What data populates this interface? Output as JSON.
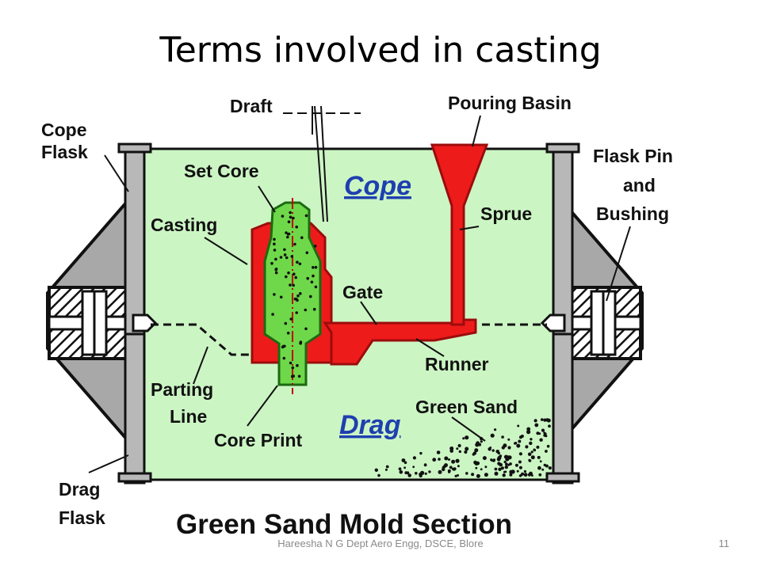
{
  "slide": {
    "title": "Terms involved in casting",
    "footer": "Hareesha N G Dept Aero Engg, DSCE, Blore",
    "page_number": "11"
  },
  "diagram": {
    "caption": "Green Sand Mold Section",
    "regions": {
      "cope": "Cope",
      "drag": "Drag"
    },
    "labels": {
      "cope_flask_line1": "Cope",
      "cope_flask_line2": "Flask",
      "draft": "Draft",
      "pouring_basin": "Pouring Basin",
      "set_core": "Set Core",
      "casting": "Casting",
      "sprue": "Sprue",
      "gate": "Gate",
      "runner": "Runner",
      "flask_pin_line1": "Flask Pin",
      "flask_pin_line2": "and",
      "flask_pin_line3": "Bushing",
      "parting_line_line1": "Parting",
      "parting_line_line2": "Line",
      "core_print": "Core Print",
      "green_sand": "Green Sand",
      "drag_flask_line1": "Drag",
      "drag_flask_line2": "Flask"
    },
    "colors": {
      "sand": "#ccf5c4",
      "molten_metal": "#ee1b1b",
      "core": "#6ed84a",
      "flask_grey": "#a8a8a8",
      "label_blue": "#1f3fb0"
    }
  }
}
